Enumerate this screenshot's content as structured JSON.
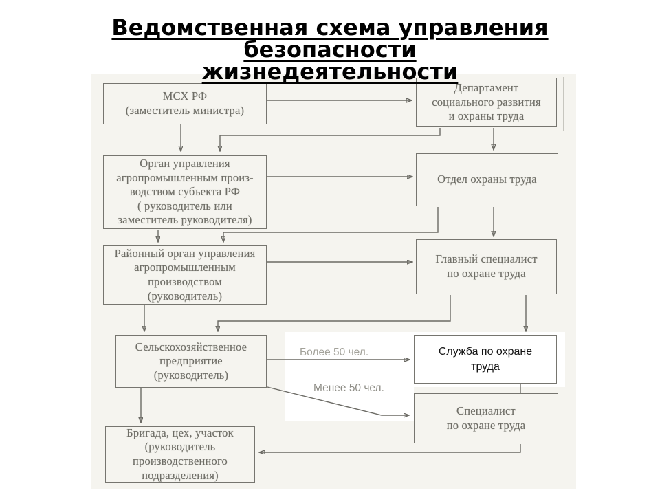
{
  "title": {
    "text": "Ведомственная схема управления\nбезопасности \nжизнедеятельности"
  },
  "diagram": {
    "nodes": {
      "msx": {
        "label": "МСХ РФ\n(заместитель министра)"
      },
      "organ": {
        "label": "Орган управления\nагропромышленным произ-\nводством субъекта РФ\n( руководитель или\nзаместитель руководителя)"
      },
      "rayon": {
        "label": "Районный орган управления\nагропромышленным\nпроизводством\n(руководитель)"
      },
      "selhoz": {
        "label": "Сельскохозяйственное\nпредприятие\n(руководитель)"
      },
      "brigada": {
        "label": "Бригада, цех, участок\n(руководитель\nпроизводственного\nподразделения)"
      },
      "departament": {
        "label": "Департамент\nсоциального развития\nи охраны труда"
      },
      "otdel": {
        "label": "Отдел охраны труда"
      },
      "glavny": {
        "label": "Главный специалист\nпо охране труда"
      },
      "sluzhba": {
        "label": "Служба по охране\nтруда"
      },
      "specialist": {
        "label": "Специалист\nпо охране труда"
      }
    },
    "edge_labels": {
      "more_50": "Более 50 чел.",
      "less_50": "Менее 50 чел."
    }
  },
  "colors": {
    "page_background": "#ffffff",
    "scan_background": "#f5f4ef",
    "box_border": "#76756f",
    "scan_text": "#6f6e67",
    "connector": "#6b6a64",
    "overlay_box_background": "#ffffff",
    "overlay_box_text": "#141414",
    "edge_label_more": "#a3a29a",
    "edge_label_less": "#8d8c85",
    "title_text": "#000000"
  }
}
